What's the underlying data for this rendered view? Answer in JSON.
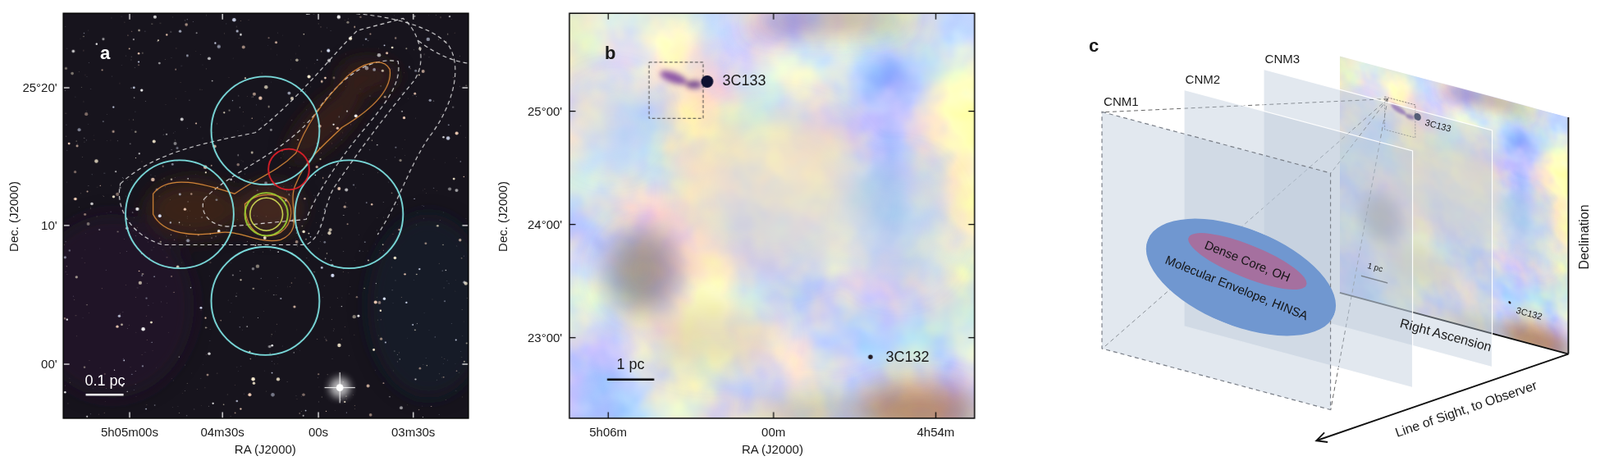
{
  "diagram": {
    "nodes": [
      {
        "text": [
          "CNM1"
        ]
      },
      {
        "text": [
          "CNM2"
        ]
      },
      {
        "text": [
          "CNM3"
        ]
      },
      {
        "text": [
          "Molecular Envelope, HINSA"
        ]
      },
      {
        "text": [
          "Dense Core, OH"
        ],
        "in": 3
      }
    ],
    "labels": [
      "a",
      "25°20'",
      "10'",
      "00'",
      "5h05m00s",
      "04m30s",
      "00s",
      "03m30s",
      "Dec. (J2000)",
      "RA (J2000)",
      "0.1 pc",
      "b",
      "3C133",
      "3C132",
      "1 pc",
      "25°00'",
      "24°00'",
      "23°00'",
      "5h06m",
      "00m",
      "4h54m",
      "Dec. (J2000)",
      "RA (J2000)",
      "c",
      "3C133",
      "3C132",
      "1 pc",
      "Right Ascension",
      "Declination",
      "Line of Sight, to Observer"
    ]
  }
}
